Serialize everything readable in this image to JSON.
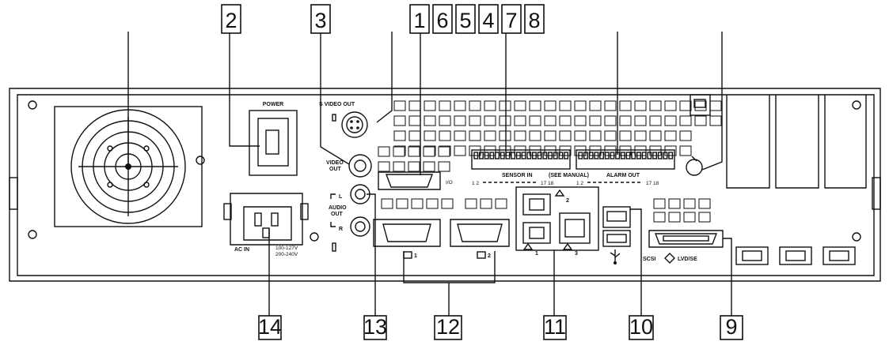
{
  "callouts_top": [
    "2",
    "3",
    "1",
    "6",
    "5",
    "4",
    "7",
    "8"
  ],
  "callouts_bottom": [
    "14",
    "13",
    "12",
    "11",
    "10",
    "9"
  ],
  "panel_labels": {
    "power": "POWER",
    "s_video_out": "S VIDEO OUT",
    "video_out": [
      "VIDEO",
      "OUT"
    ],
    "audio_out": [
      "AUDIO",
      "OUT"
    ],
    "audio_l": "L",
    "audio_r": "R",
    "ac_in": "AC IN",
    "voltage": [
      "100-127V",
      "200-240V"
    ],
    "sensor_in": "SENSOR IN",
    "see_manual": "(SEE MANUAL)",
    "alarm_out": "ALARM OUT",
    "range_start": "1 2",
    "range_end": "17 18",
    "lan_1": "1",
    "lan_2": "2",
    "lan_3": "3",
    "monitor_1": "1",
    "monitor_2": "2",
    "scsi": "SCSI",
    "lvd_se": "LVD/SE",
    "io_mark": "I/O"
  }
}
